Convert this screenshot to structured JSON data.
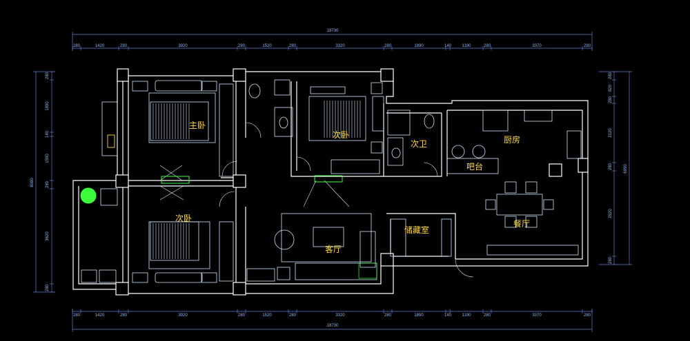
{
  "colors": {
    "background": "#000000",
    "wall": "#ffffff",
    "dimension": "#5f7fd6",
    "dimension_text": "#8fb8ff",
    "room_label": "#ffd83a",
    "furniture": "#cfe8ff",
    "accent_green": "#3cff3c",
    "fixture": "#ffffff"
  },
  "dimensions": {
    "top_total": "18730",
    "bottom_total": "18730",
    "top_segments": [
      "280",
      "1420",
      "280",
      "3920",
      "280",
      "1520",
      "280",
      "3320",
      "280",
      "1890",
      "140",
      "1190",
      "280",
      "3370",
      "280"
    ],
    "bottom_segments": [
      "280",
      "1420",
      "280",
      "3920",
      "280",
      "1520",
      "280",
      "3320",
      "280",
      "1890",
      "140",
      "1190",
      "280",
      "3370",
      "280"
    ],
    "left_total": "8080",
    "left_segments": [
      "280",
      "1890",
      "140",
      "1590",
      "280",
      "3620",
      "280"
    ],
    "right_total": "6990",
    "right_segments": [
      "280",
      "820",
      "280",
      "2120",
      "280",
      "2920",
      "280"
    ]
  },
  "rooms": {
    "master_bedroom": "主卧",
    "second_bedroom_top": "次卧",
    "second_bedroom_bottom": "次卧",
    "second_bathroom": "次卫",
    "kitchen": "厨房",
    "bar": "吧台",
    "dining": "餐厅",
    "living": "客厅",
    "storage": "储藏室"
  }
}
